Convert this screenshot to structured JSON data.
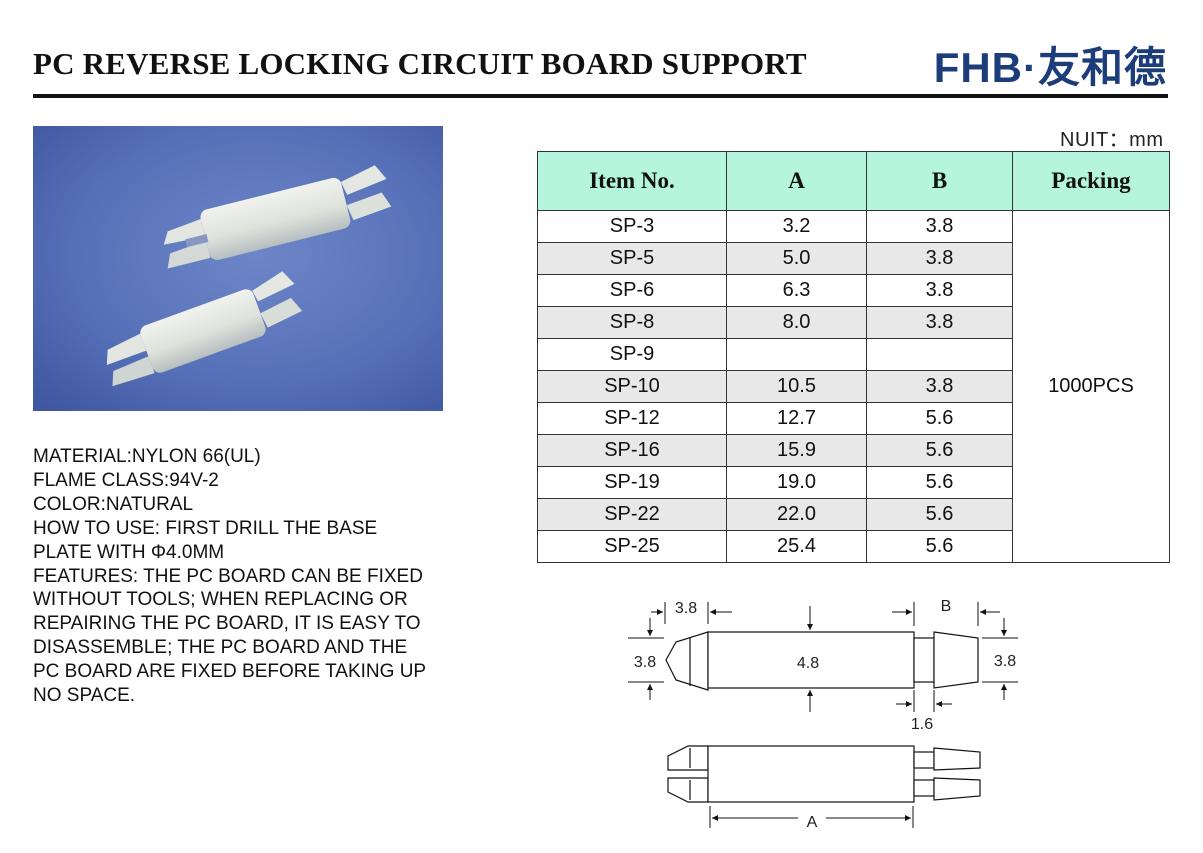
{
  "header": {
    "title": "PC REVERSE LOCKING CIRCUIT BOARD SUPPORT",
    "brand": "FHB·友和德"
  },
  "unit_label": "NUIT：mm",
  "specs": [
    "MATERIAL:NYLON 66(UL)",
    "FLAME CLASS:94V-2",
    "COLOR:NATURAL",
    "HOW TO USE: FIRST DRILL THE BASE",
    "PLATE WITH Φ4.0MM",
    "FEATURES: THE PC BOARD CAN BE FIXED",
    "WITHOUT TOOLS; WHEN REPLACING OR",
    "REPAIRING THE PC BOARD, IT IS EASY TO",
    "DISASSEMBLE; THE PC BOARD AND THE",
    "PC BOARD ARE FIXED BEFORE TAKING UP",
    "NO SPACE."
  ],
  "table": {
    "headers": [
      "Item No.",
      "A",
      "B",
      "Packing"
    ],
    "packing": "1000PCS",
    "rows": [
      {
        "item": "SP-3",
        "a": "3.2",
        "b": "3.8"
      },
      {
        "item": "SP-5",
        "a": "5.0",
        "b": "3.8"
      },
      {
        "item": "SP-6",
        "a": "6.3",
        "b": "3.8"
      },
      {
        "item": "SP-8",
        "a": "8.0",
        "b": "3.8"
      },
      {
        "item": "SP-9",
        "a": "",
        "b": ""
      },
      {
        "item": "SP-10",
        "a": "10.5",
        "b": "3.8"
      },
      {
        "item": "SP-12",
        "a": "12.7",
        "b": "5.6"
      },
      {
        "item": "SP-16",
        "a": "15.9",
        "b": "5.6"
      },
      {
        "item": "SP-19",
        "a": "19.0",
        "b": "5.6"
      },
      {
        "item": "SP-22",
        "a": "22.0",
        "b": "5.6"
      },
      {
        "item": "SP-25",
        "a": "25.4",
        "b": "5.6"
      }
    ]
  },
  "drawing": {
    "dim_top_left": "3.8",
    "dim_top_right": "B",
    "dim_left": "3.8",
    "dim_body": "4.8",
    "dim_right": "3.8",
    "dim_gap": "1.6",
    "dim_length": "A"
  }
}
